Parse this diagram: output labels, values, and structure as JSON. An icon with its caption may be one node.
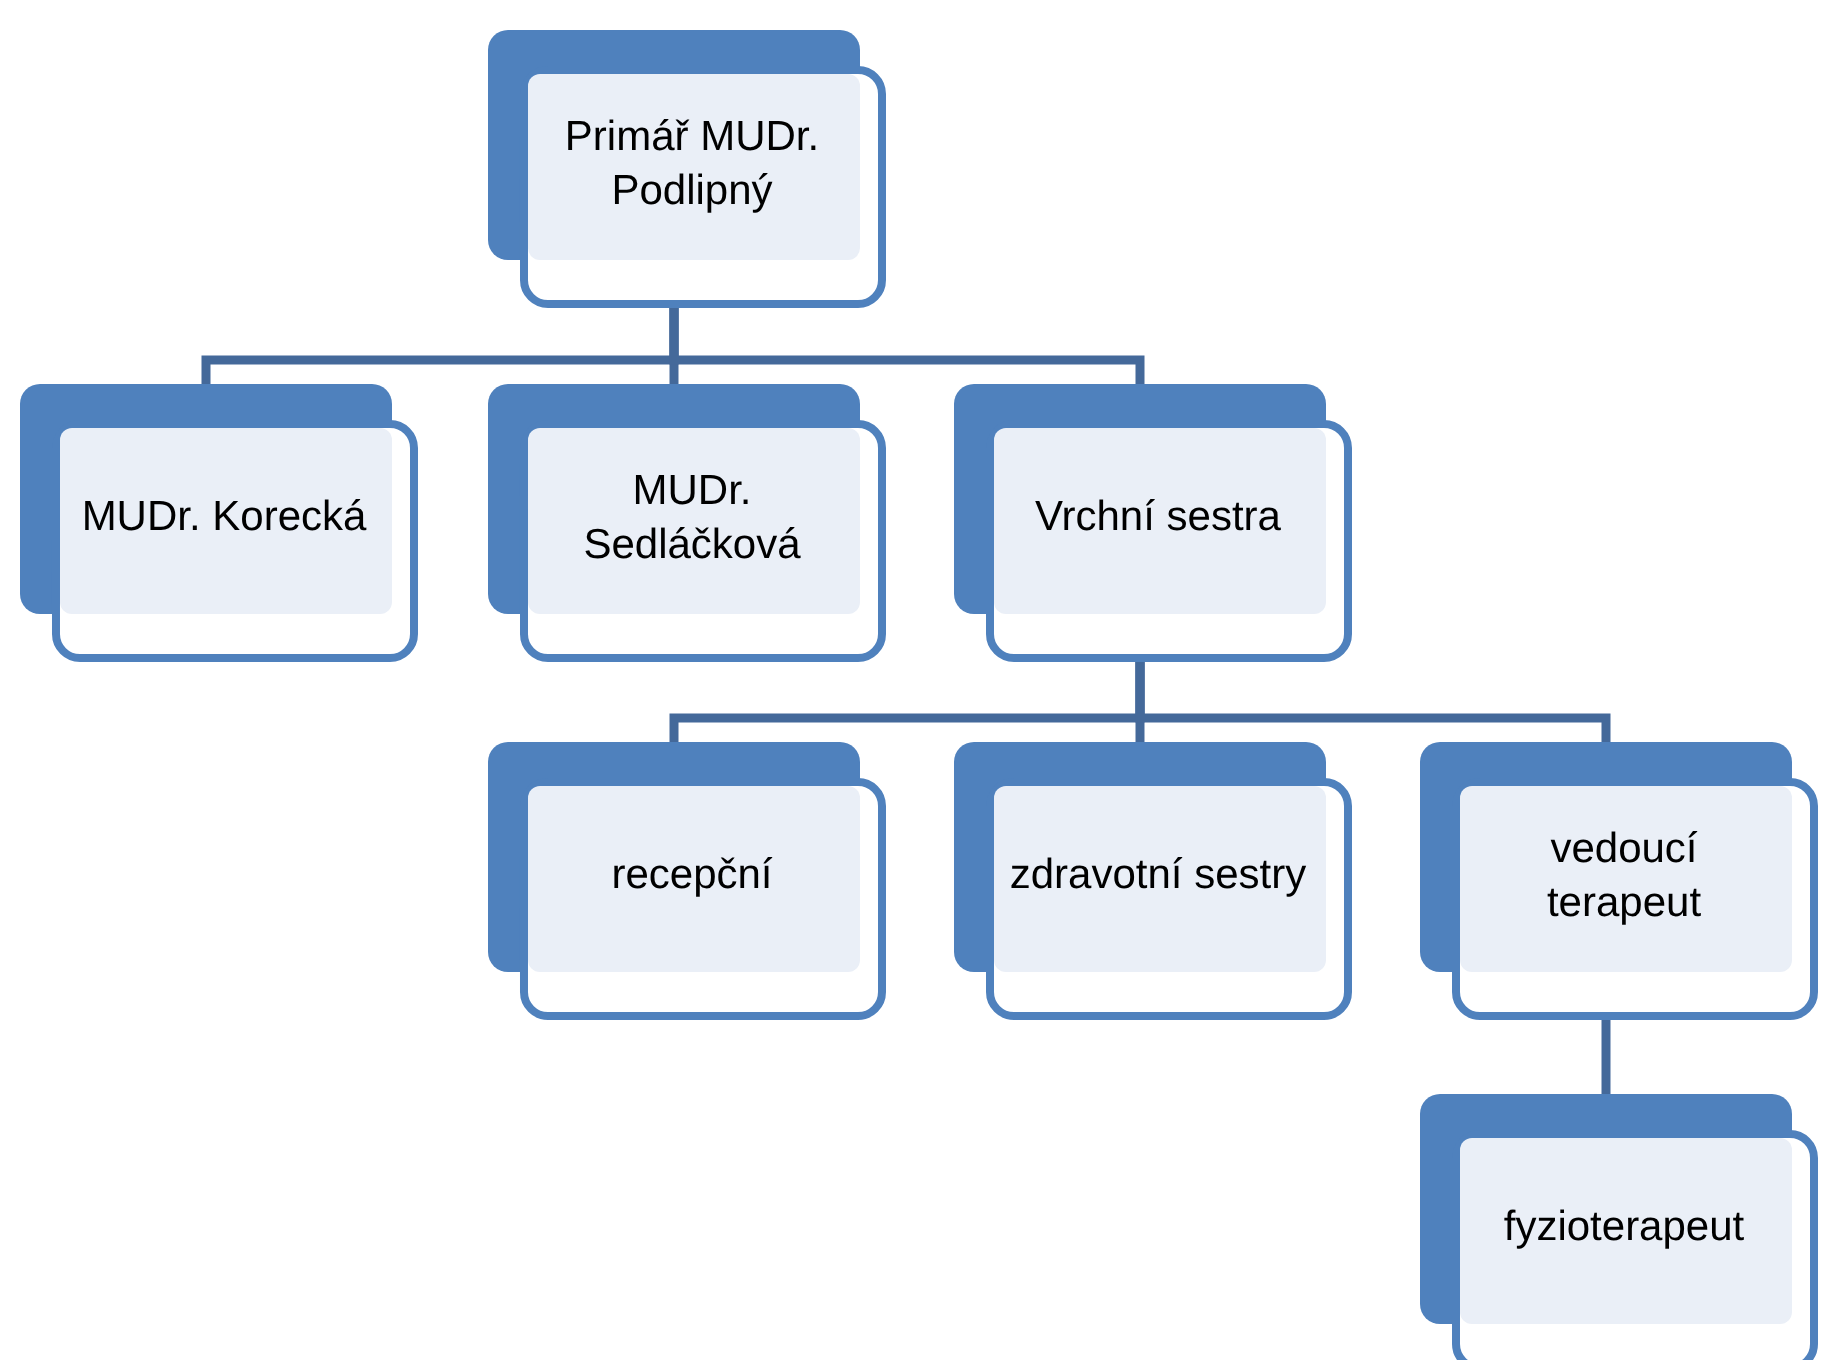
{
  "diagram": {
    "nodes": [
      {
        "text": [
          "Primář MUDr. Podlipný"
        ]
      },
      {
        "text": [
          "MUDr. Korecká"
        ]
      },
      {
        "text": [
          "MUDr. Sedláčková"
        ]
      },
      {
        "text": [
          "Vrchní sestra"
        ]
      },
      {
        "text": [
          "recepční"
        ]
      },
      {
        "text": [
          "zdravotní sestry"
        ]
      },
      {
        "text": [
          "vedoucí terapeut"
        ]
      },
      {
        "text": [
          "fyzioterapeut"
        ]
      }
    ],
    "edges": [
      {
        "from": 0,
        "to": 1,
        "arrow": "none"
      },
      {
        "from": 0,
        "to": 2,
        "arrow": "none"
      },
      {
        "from": 0,
        "to": 3,
        "arrow": "none"
      },
      {
        "from": 3,
        "to": 4,
        "arrow": "none"
      },
      {
        "from": 3,
        "to": 5,
        "arrow": "none"
      },
      {
        "from": 3,
        "to": 6,
        "arrow": "none"
      },
      {
        "from": 6,
        "to": 7,
        "arrow": "none"
      }
    ]
  }
}
